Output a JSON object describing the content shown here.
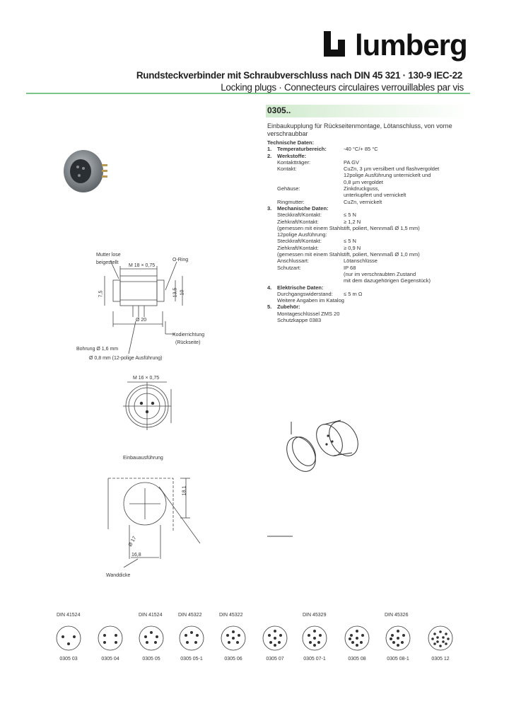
{
  "brand": {
    "name": "lumberg"
  },
  "header": {
    "title_de": "Rundsteckverbinder mit Schraubverschluss nach DIN 45 321 · 130-9 IEC-22",
    "title_en_fr": "Locking plugs · Connecteurs circulaires verrouillables par vis"
  },
  "product": {
    "code": "0305..",
    "intro": "Einbaukupplung für Rückseitenmontage, Lötanschluss, von vorne verschraubbar"
  },
  "specs": {
    "technical_heading": "Technische Daten:",
    "s1_num": "1.",
    "s1_label": "Temperaturbereich:",
    "s1_value": "-40 °C/+ 85 °C",
    "s2_num": "2.",
    "s2_label": "Werkstoffe:",
    "kontakttraeger_label": "Kontaktträger:",
    "kontakttraeger_value": "PA GV",
    "kontakt_label": "Kontakt:",
    "kontakt_value1": "CuZn, 3 µm versilbert und flashvergoldet",
    "kontakt_value2": "12polige Ausführung unternickelt und",
    "kontakt_value3": "0,8 µm vergoldet",
    "gehaeuse_label": "Gehäuse:",
    "gehaeuse_value1": "Zinkdruckguss,",
    "gehaeuse_value2": "unterkupfert und vernickelt",
    "ringmutter_label": "Ringmutter:",
    "ringmutter_value": "CuZn, vernickelt",
    "s3_num": "3.",
    "s3_label": "Mechanische Daten:",
    "steckkraft_label": "Steckkraft/Kontakt:",
    "steckkraft_value": "≤ 5 N",
    "ziehkraft_label": "Ziehkraft/Kontakt:",
    "ziehkraft_value": "≥ 1,2 N",
    "gemessen1": "(gemessen mit einem Stahlstift, poliert, Nennmaß Ø 1,5 mm)",
    "polig12": "12polige Ausführung:",
    "steckkraft2_label": "Steckkraft/Kontakt:",
    "steckkraft2_value": "≤ 5 N",
    "ziehkraft2_label": "Ziehkraft/Kontakt:",
    "ziehkraft2_value": "≥ 0,9 N",
    "gemessen2": "(gemessen mit einem Stahlstift, poliert, Nennmaß Ø 1,0 mm)",
    "anschlussart_label": "Anschlussart:",
    "anschlussart_value": "Lötanschlüsse",
    "schutzart_label": "Schutzart:",
    "schutzart_value1": "IP 68",
    "schutzart_value2": "(nur im verschraubten Zustand",
    "schutzart_value3": "mit dem dazugehörigen Gegenstück)",
    "s4_num": "4.",
    "s4_label": "Elektrische Daten:",
    "durchgang_label": "Durchgangswiderstand:",
    "durchgang_value": "≤ 5 m Ω",
    "weitere": "Weitere Angaben im Katalog",
    "s5_num": "5.",
    "s5_label": "Zubehör:",
    "zub1": "Montageschlüssel ZMS 20",
    "zub2": "Schutzkappe 0383"
  },
  "drawing": {
    "mutter_lose1": "Mutter lose",
    "mutter_lose2": "beigestellt",
    "o_ring": "O-Ring",
    "dim_m18": "M 18 × 0,75",
    "dim_75": "7,5",
    "dim_135": "13,5",
    "dim_10": "10",
    "dim_20": "Ø 20",
    "kodier1": "Kodierrichtung",
    "kodier2": "(Rückseite)",
    "bohrung1": "Bohrung Ø 1,6 mm",
    "bohrung2": "Ø 0,8 mm (12-polige Ausführung)",
    "front_dim": "M 16 × 0,75",
    "einbau": "Einbauausführung",
    "dim_168": "16,8",
    "dim_181": "18,1",
    "dim_d17": "Ø 17",
    "wall": "Wanddicke",
    "standards": {
      "din_41524": "DIN 41524",
      "din_41524b": "DIN 41524",
      "din_45322": "DIN 45322",
      "din_45322b": "DIN 45322",
      "din_45329": "DIN 45329",
      "din_45326": "DIN 45326"
    },
    "pins": [
      "0305 03",
      "0305 04",
      "0305 05",
      "0305 05-1",
      "0305 06",
      "0305 07",
      "0305 07-1",
      "0305 08",
      "0305 08-1",
      "0305 12"
    ]
  }
}
